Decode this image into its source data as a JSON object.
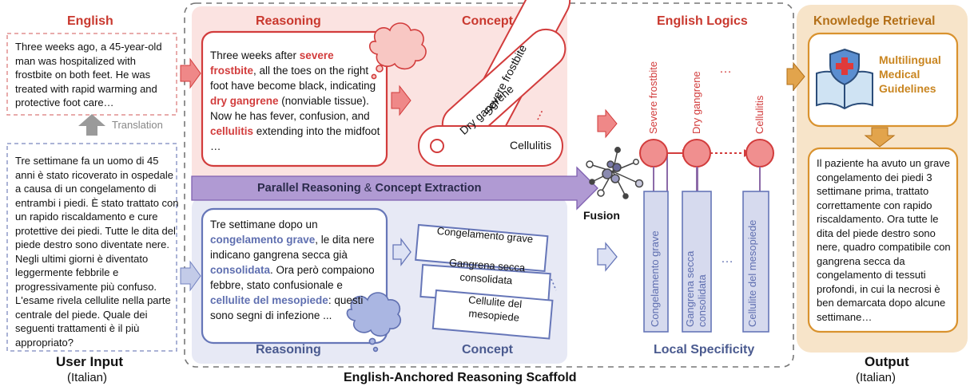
{
  "left": {
    "english_title": "English",
    "english_text": "Three weeks ago, a 45-year-old man was hospitalized with frostbite on both feet. He was treated with rapid warming and protective foot care…",
    "translation_label": "Translation",
    "italian_text": "Tre settimane fa un uomo di 45 anni è stato ricoverato in ospedale a causa di un congelamento di entrambi i piedi. È stato trattato con un rapido riscaldamento e cure protettive dei piedi. Tutte le dita del piede destro sono diventate nere. Negli ultimi giorni è diventato leggermente febbrile e progressivamente più confuso. L'esame rivela cellulite nella parte centrale del piede. Quale dei seguenti trattamenti è il più appropriato?",
    "user_input_label": "User Input",
    "user_input_lang": "(Italian)"
  },
  "scaffold": {
    "reasoning_top": "Reasoning",
    "concept_top": "Concept",
    "english_logics": "English Logics",
    "reasoning_bottom": "Reasoning",
    "concept_bottom": "Concept",
    "local_specificity": "Local Specificity",
    "footer": "English-Anchored Reasoning Scaffold",
    "parallel_a": "Parallel Reasoning",
    "parallel_amp": " & ",
    "parallel_b": "Concept Extraction",
    "fusion": "Fusion",
    "en_reason": {
      "p1": "Three weeks after ",
      "k1": "severe frostbite",
      "p2": ", all the toes on the right foot have become black, indicating ",
      "k2": "dry gangrene",
      "p3": " (nonviable tissue). Now he has fever, confusion, and ",
      "k3": "cellulitis",
      "p4": " extending into the midfoot …"
    },
    "it_reason": {
      "p1": "Tre settimane dopo un ",
      "k1": "congelamento grave",
      "p2": ", le dita nere indicano gangrena secca già ",
      "k2": "consolidata",
      "p3": ". Ora però compaiono febbre, stato confusionale e ",
      "k3": "cellulite del mesopiede",
      "p4": ": questi sono segni di infezione ..."
    },
    "en_concepts": [
      "Severe frostbite",
      "Dry gangrene",
      "Cellulitis"
    ],
    "it_concepts": [
      "Congelamento grave",
      "Gangrena secca consolidata",
      "Cellulite del mesopiede"
    ],
    "logic_nodes": [
      "Severe frostbite",
      "Dry gangrene",
      "Cellulitis"
    ],
    "local_bars": [
      "Congelamento grave",
      "Gangrena secca consolidata",
      "Cellulite del mesopiede"
    ],
    "ellipsis": "…"
  },
  "right": {
    "title": "Knowledge Retrieval",
    "guidelines": "Multilingual Medical Guidelines",
    "output_text": "Il paziente ha avuto un grave congelamento dei piedi 3 settimane prima, trattato correttamente con rapido riscaldamento. Ora tutte le dita del piede destro sono nere, quadro compatibile con gangrena secca da congelamento di tessuti profondi, in cui la necrosi è ben demarcata dopo alcune settimane…",
    "output_label": "Output",
    "output_lang": "(Italian)"
  },
  "colors": {
    "red": "#d23c3c",
    "blue": "#5f6fb0",
    "orange": "#d9922e",
    "purple": "#a58bc8"
  }
}
